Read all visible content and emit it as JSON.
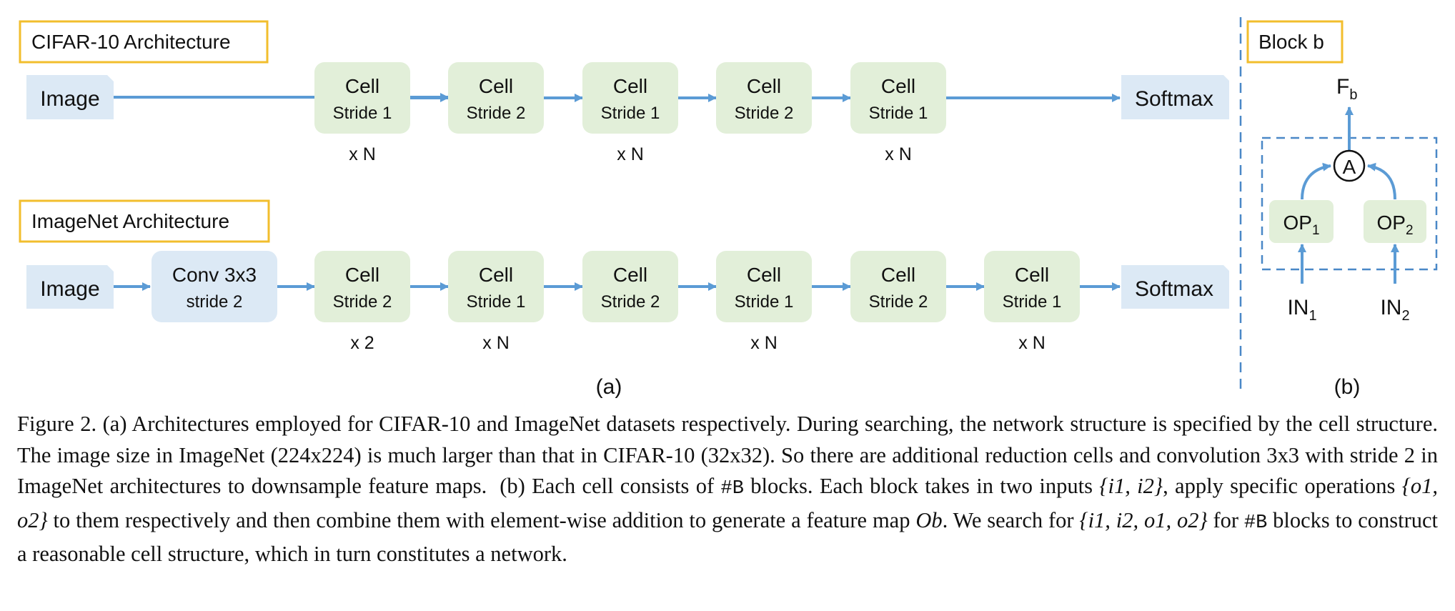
{
  "colors": {
    "blue_fill": "#DCE9F5",
    "green_fill": "#E2EFD9",
    "arrow": "#5B9BD5",
    "box_border": "#F2BE2D",
    "dash": "#4A88C7"
  },
  "cifar": {
    "title": "CIFAR-10 Architecture",
    "image": "Image",
    "softmax": "Softmax",
    "cells": [
      {
        "name": "Cell",
        "stride": "Stride 1",
        "repeat": "x N"
      },
      {
        "name": "Cell",
        "stride": "Stride 2",
        "repeat": ""
      },
      {
        "name": "Cell",
        "stride": "Stride 1",
        "repeat": "x N"
      },
      {
        "name": "Cell",
        "stride": "Stride 2",
        "repeat": ""
      },
      {
        "name": "Cell",
        "stride": "Stride 1",
        "repeat": "x N"
      }
    ]
  },
  "imagenet": {
    "title": "ImageNet Architecture",
    "image": "Image",
    "conv": {
      "name": "Conv 3x3",
      "stride": "stride 2"
    },
    "softmax": "Softmax",
    "cells": [
      {
        "name": "Cell",
        "stride": "Stride 2",
        "repeat": "x 2"
      },
      {
        "name": "Cell",
        "stride": "Stride 1",
        "repeat": "x N"
      },
      {
        "name": "Cell",
        "stride": "Stride 2",
        "repeat": ""
      },
      {
        "name": "Cell",
        "stride": "Stride 1",
        "repeat": "x N"
      },
      {
        "name": "Cell",
        "stride": "Stride 2",
        "repeat": ""
      },
      {
        "name": "Cell",
        "stride": "Stride 1",
        "repeat": "x N"
      }
    ]
  },
  "block": {
    "title": "Block b",
    "output": {
      "base": "F",
      "sub": "b"
    },
    "add": "A",
    "op1": {
      "base": "OP",
      "sub": "1"
    },
    "op2": {
      "base": "OP",
      "sub": "2"
    },
    "in1": {
      "base": "IN",
      "sub": "1"
    },
    "in2": {
      "base": "IN",
      "sub": "2"
    }
  },
  "labels": {
    "a": "(a)",
    "b": "(b)"
  },
  "caption": {
    "part1": "Figure 2. (a) Architectures employed for CIFAR-10 and ImageNet datasets respectively. During searching, the network structure is specified by the cell structure. The image size in ImageNet (224x224) is much larger than that in CIFAR-10 (32x32). So there are additional reduction cells and convolution 3x3 with stride 2 in ImageNet architectures to downsample feature maps.",
    "part2": "(b) Each cell consists of",
    "hashb": "#B",
    "part3": "blocks. Each block takes in two inputs",
    "set_inputs": "{i1, i2}",
    "part4": ", apply specific operations",
    "set_ops": "{o1, o2}",
    "part5": "to them respectively and then combine them with element-wise addition to generate a feature map",
    "feature_map": "Ob",
    "part6": ". We search for",
    "set_all": "{i1, i2, o1, o2}",
    "part7": "for",
    "part8": "blocks to construct a reasonable cell structure, which in turn constitutes a network."
  }
}
